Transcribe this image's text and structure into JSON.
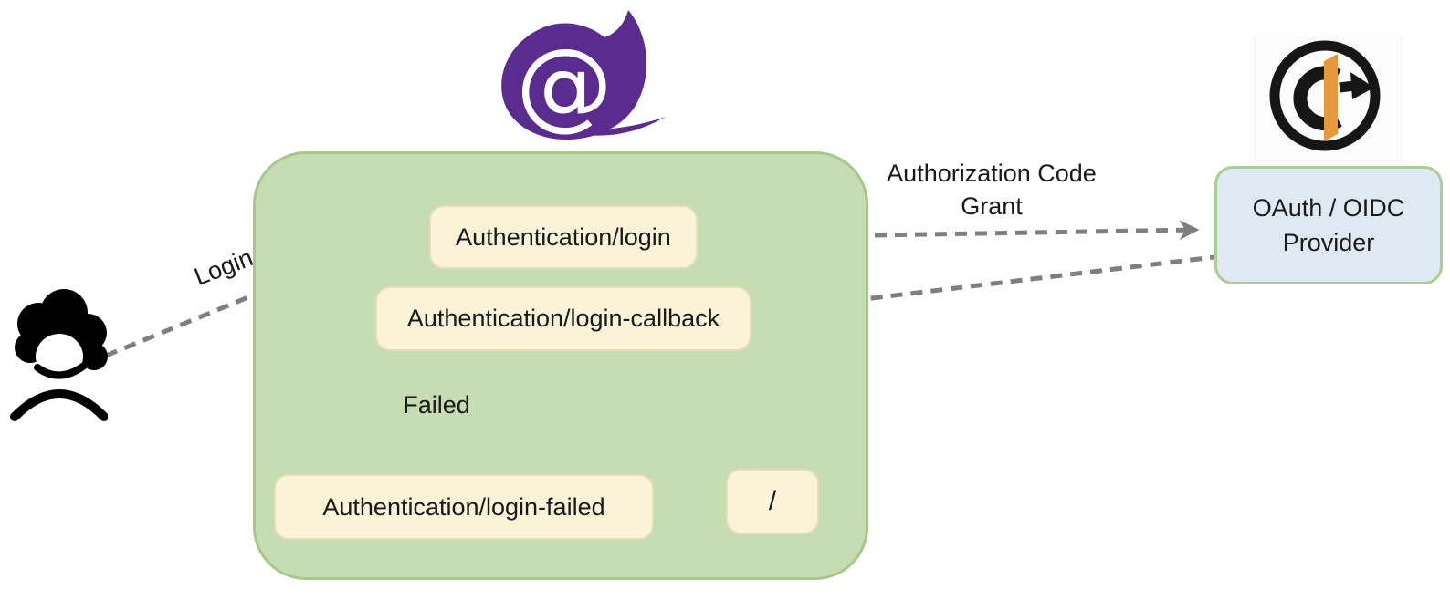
{
  "diagram": {
    "description": "Blazor OIDC authentication flow",
    "routes": {
      "login": "Authentication/login",
      "callback": "Authentication/login-callback",
      "failed": "Authentication/login-failed",
      "home": "/"
    },
    "provider_label": "OAuth / OIDC Provider",
    "edge_labels": {
      "login": "Login",
      "grant": "Authorization Code Grant",
      "failed": "Failed"
    }
  },
  "icons": {
    "user": "user-icon",
    "blazor": "blazor-flame-icon",
    "openid": "openid-connect-icon",
    "blazor_at_glyph": "@"
  },
  "colors": {
    "container_fill": "#c6dcb2",
    "container_border": "#a6c88b",
    "route_fill": "#faf3d8",
    "route_border": "#e5deb6",
    "provider_fill": "#dfe9f3",
    "provider_border": "#a9d08e",
    "arrow": "#7f7f7f",
    "blazor_purple": "#5b2c8f",
    "oidc_orange": "#e8983a",
    "ink": "#1a1a1a"
  }
}
